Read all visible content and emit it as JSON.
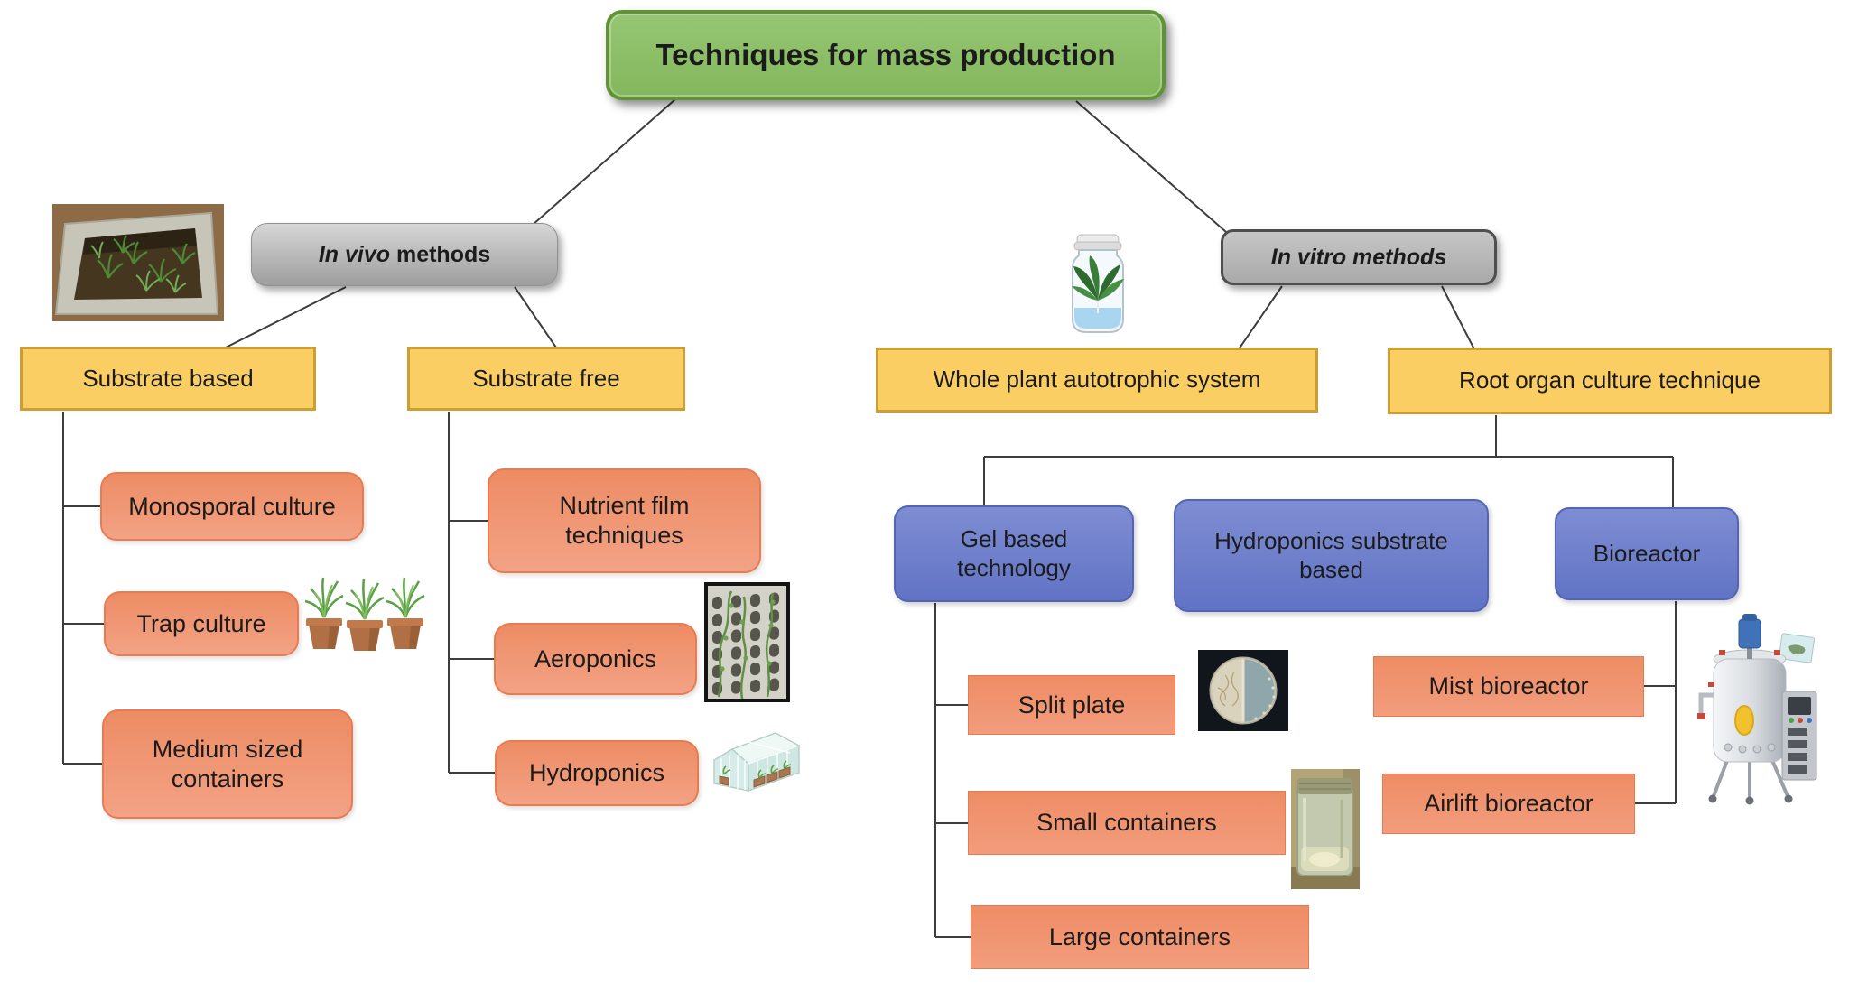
{
  "nodes": {
    "title": "Techniques for mass production",
    "in_vivo": {
      "italic": "In vivo",
      "plain": " methods"
    },
    "in_vitro": {
      "italic": "In vitro methods"
    },
    "substrate_based": "Substrate based",
    "substrate_free": "Substrate free",
    "whole_plant": "Whole plant autotrophic system",
    "root_organ": "Root organ culture technique",
    "monosporal": "Monosporal culture",
    "trap": "Trap culture",
    "medium": "Medium sized containers",
    "nutrient_film": "Nutrient film techniques",
    "aeroponics": "Aeroponics",
    "hydroponics": "Hydroponics",
    "gel_based": "Gel based technology",
    "hydroponics_substrate": "Hydroponics substrate based",
    "bioreactor": "Bioreactor",
    "split_plate": "Split plate",
    "small_containers": "Small containers",
    "large_containers": "Large containers",
    "mist_bioreactor": "Mist bioreactor",
    "airlift_bioreactor": "Airlift bioreactor"
  },
  "images": [
    "raised-bed-photo",
    "plant-in-jar-illustration",
    "potted-plants-illustration",
    "vertical-garden-photo",
    "greenhouse-illustration",
    "split-petri-dish-photo",
    "culture-jar-photo",
    "bioreactor-illustration"
  ],
  "colors": {
    "green_fill_top": "#96c673",
    "green_fill_bottom": "#83b75d",
    "green_border": "#5f9334",
    "gray_fill_top": "#d6d6d6",
    "gray_fill_bottom": "#9e9e9e",
    "gray_dark_border": "#4e4e4e",
    "yellow_fill": "#fbce63",
    "yellow_border": "#cf9e32",
    "orange_fill_top": "#ed8c64",
    "orange_fill_bottom": "#f3a285",
    "orange_border": "#ea7b50",
    "blue_fill_top": "#7e8dd2",
    "blue_fill_bottom": "#6173c5",
    "blue_border": "#5464b3",
    "connector": "#3d3d3d",
    "text": "#1b1b1b"
  }
}
